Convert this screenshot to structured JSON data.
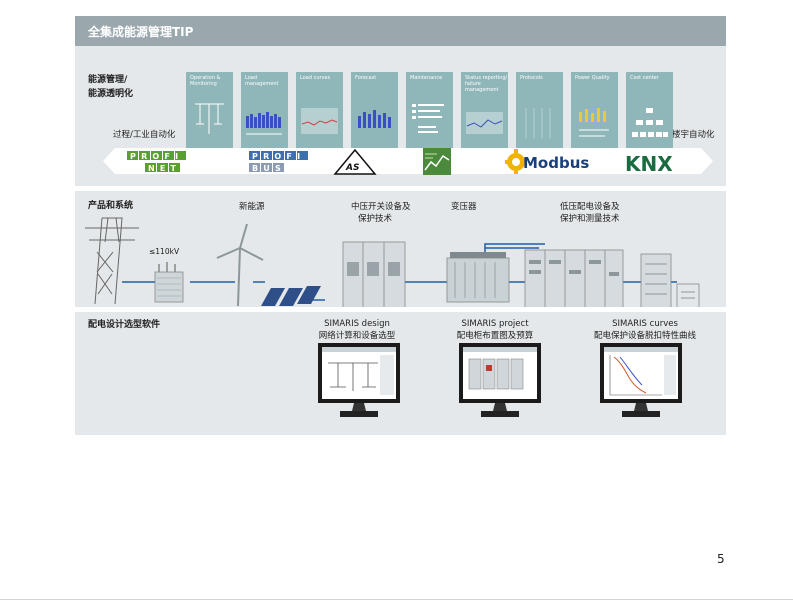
{
  "header": {
    "title": "全集成能源管理TIP"
  },
  "energy": {
    "label_line1": "能源管理/",
    "label_line2": "能源透明化",
    "left_label": "过程/工业自动化",
    "right_label": "楼宇自动化",
    "tiles": [
      {
        "label": "Operation & Monitoring"
      },
      {
        "label": "Load management"
      },
      {
        "label": "Load curves"
      },
      {
        "label": "Forecast"
      },
      {
        "label": "Maintenance"
      },
      {
        "label": "Status reporting/ failure management"
      },
      {
        "label": "Protocols"
      },
      {
        "label": "Power Quality"
      },
      {
        "label": "Cost center"
      }
    ],
    "logos": {
      "profinet_top": "PROFI",
      "profinet_bottom": "NET",
      "profibus_top": "PROFI",
      "profibus_bottom": "BUS",
      "asi": "AS",
      "modbus": "Modbus",
      "knx": "KNX"
    }
  },
  "products": {
    "label": "产品和系统",
    "renewable": "新能源",
    "voltage": "≤110kV",
    "mv_line1": "中压开关设备及",
    "mv_line2": "保护技术",
    "transformer": "变压器",
    "lv_line1": "低压配电设备及",
    "lv_line2": "保护和测量技术"
  },
  "software": {
    "label": "配电设计选型软件",
    "items": [
      {
        "name": "SIMARIS design",
        "desc": "网络计算和设备选型"
      },
      {
        "name": "SIMARIS project",
        "desc": "配电柜布置图及预算"
      },
      {
        "name": "SIMARIS curves",
        "desc": "配电保护设备脱扣特性曲线"
      }
    ]
  },
  "colors": {
    "panel": "#e4e8ea",
    "header": "#9aa7ad",
    "tile": "#8fb6b8",
    "line": "#1f5fa8",
    "profi_green": "#5aa02c"
  },
  "page": {
    "number": "5"
  }
}
